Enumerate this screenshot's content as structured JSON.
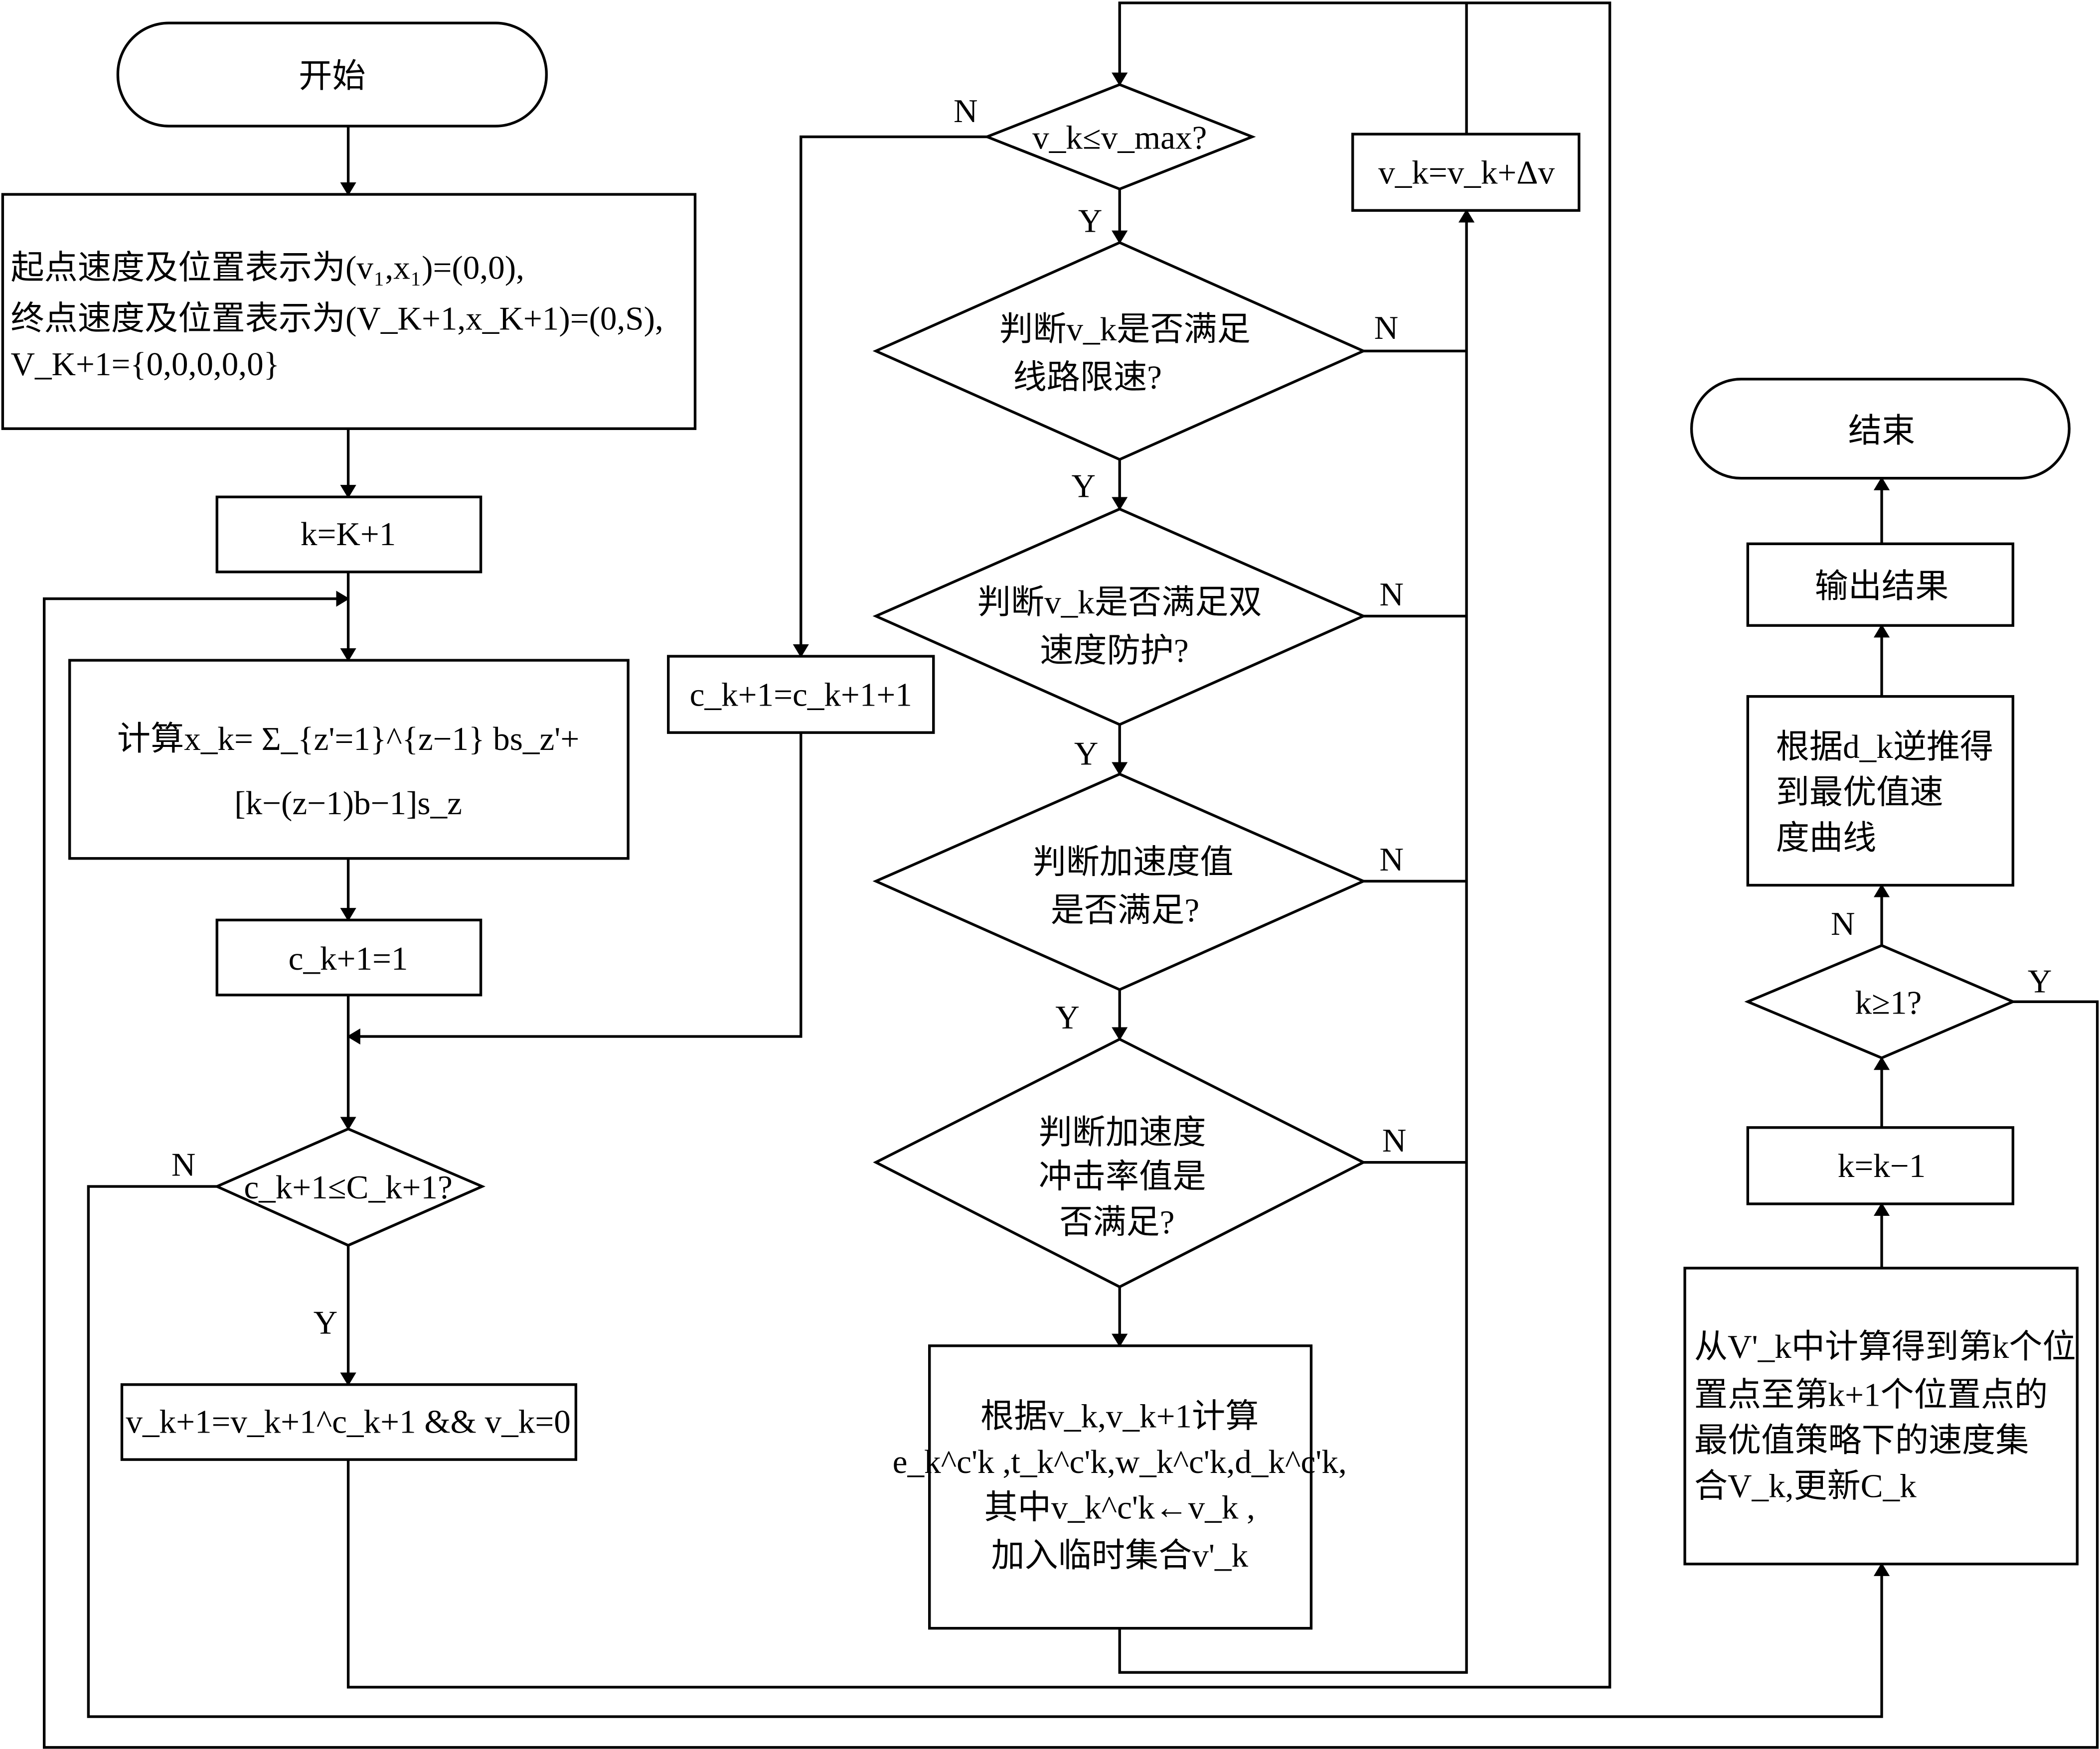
{
  "nodes": {
    "start": "开始",
    "init": [
      "起点速度及位置表示为(v₁,x₁)=(0,0),",
      "终点速度及位置表示为(V_K+1,x_K+1)=(0,S),",
      "V_K+1={0,0,0,0,0}"
    ],
    "k_init": "k=K+1",
    "calc_x": [
      "计算x_k= Σ_{z'=1}^{z−1} bs_z'+",
      "[k−(z−1)b−1]s_z"
    ],
    "c_init": "c_k+1=1",
    "c_check": "c_k+1≤C_k+1?",
    "v_assign": "v_k+1=v_k+1^c_k+1 && v_k=0",
    "c_incr": "c_k+1=c_k+1+1",
    "vmax_check": "v_k≤v_max?",
    "v_incr": "v_k=v_k+Δv",
    "line_limit": [
      "判断v_k是否满足",
      "线路限速?"
    ],
    "dual_protect": [
      "判断v_k是否满足双",
      "速度防护?"
    ],
    "accel_check": [
      "判断加速度值",
      "是否满足?"
    ],
    "jerk_check": [
      "判断加速度",
      "冲击率值是",
      "否满足?"
    ],
    "compute": [
      "根据v_k,v_k+1计算",
      "e_k^c'k ,t_k^c'k,w_k^c'k,d_k^c'k,",
      "其中v_k^c'k←v_k ,",
      "加入临时集合v'_k"
    ],
    "end": "结束",
    "output": "输出结果",
    "backtrack": [
      "根据d_k逆推得",
      "到最优值速",
      "度曲线"
    ],
    "k_check": "k≥1?",
    "k_decr": "k=k−1",
    "best_set": [
      "从V'_k中计算得到第k个位",
      "置点至第k+1个位置点的",
      "最优值策略下的速度集",
      "合V_k,更新C_k"
    ]
  },
  "labels": {
    "yes": "Y",
    "no": "N"
  }
}
